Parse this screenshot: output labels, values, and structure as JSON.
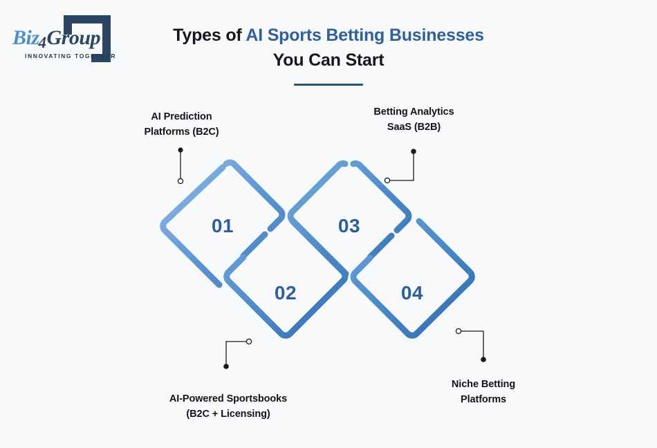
{
  "brand": {
    "logo_word_part1": "Biz",
    "logo_word_part2": "4",
    "logo_word_part3": "Group",
    "tagline": "INNOVATING TOGETHER",
    "mark_color": "#2b4562",
    "word_blue": "#4a8fd0"
  },
  "header": {
    "title_line1_plain": "Types of ",
    "title_line1_accent": "AI Sports Betting Businesses",
    "title_line2": "You Can Start",
    "accent_color": "#2e5fa3",
    "underline_color": "#2b5278"
  },
  "theme": {
    "background": "#f8f9fa",
    "diamond_stroke_light": "#7db0e0",
    "diamond_stroke_dark": "#3f7cbe",
    "number_color": "#2d5f9e",
    "connector_color": "#1a1a1a",
    "label_color": "#111418"
  },
  "diagram": {
    "type": "numbered-diamond-infographic",
    "items": [
      {
        "number": "01",
        "label": "AI Prediction\nPlatforms (B2C)",
        "label_line1": "AI Prediction",
        "label_line2": "Platforms (B2C)",
        "position": "top-left",
        "connector": "vertical",
        "label_side": "above-left"
      },
      {
        "number": "02",
        "label": "AI-Powered Sportsbooks\n(B2C + Licensing)",
        "label_line1": "AI-Powered Sportsbooks",
        "label_line2": "(B2C + Licensing)",
        "position": "bottom-left",
        "connector": "elbow-left-down",
        "label_side": "below-left"
      },
      {
        "number": "03",
        "label": "Betting Analytics\nSaaS (B2B)",
        "label_line1": "Betting Analytics",
        "label_line2": "SaaS (B2B)",
        "position": "top-right",
        "connector": "elbow-left-up",
        "label_side": "above-right"
      },
      {
        "number": "04",
        "label": "Niche Betting\nPlatforms",
        "label_line1": "Niche Betting",
        "label_line2": "Platforms",
        "position": "bottom-right",
        "connector": "elbow-right-down",
        "label_side": "below-right"
      }
    ]
  }
}
